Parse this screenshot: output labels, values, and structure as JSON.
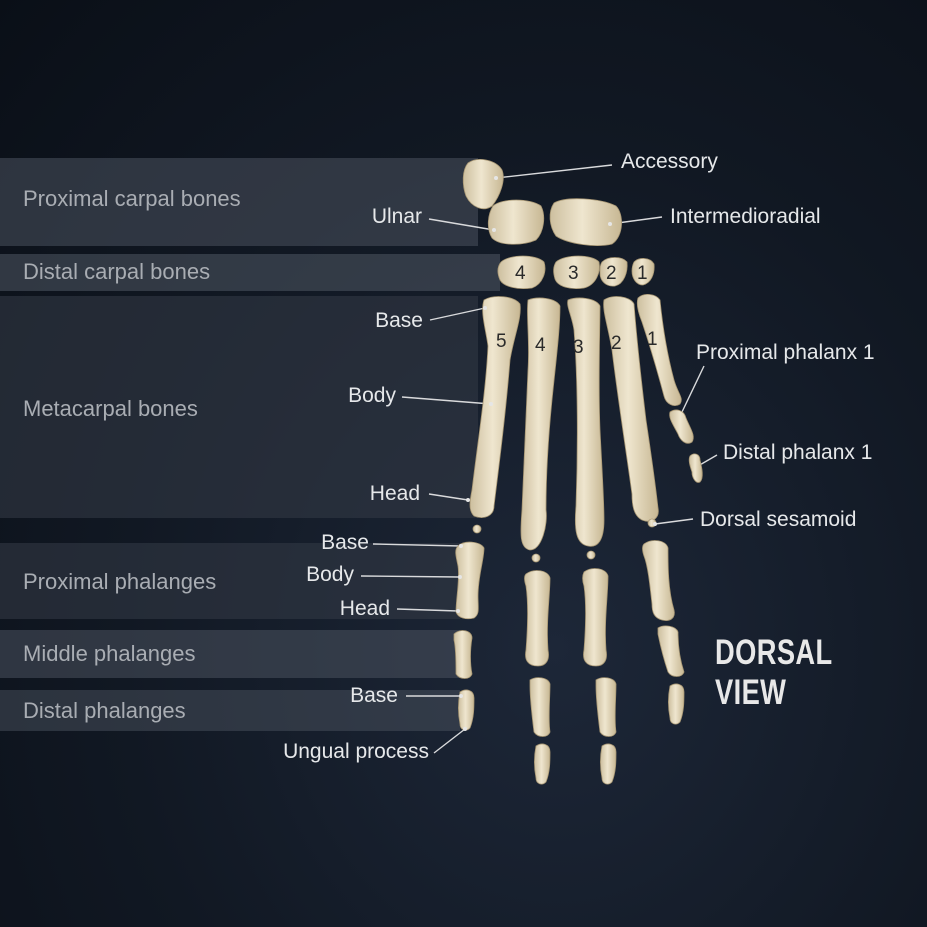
{
  "bands": {
    "proximal_carpal": "Proximal carpal bones",
    "distal_carpal": "Distal carpal bones",
    "metacarpal": "Metacarpal bones",
    "proximal_phalanges": "Proximal phalanges",
    "middle_phalanges": "Middle phalanges",
    "distal_phalanges": "Distal phalanges"
  },
  "labels": {
    "accessory": "Accessory",
    "ulnar": "Ulnar",
    "intermedioradial": "Intermedioradial",
    "base_metacarpal": "Base",
    "body_metacarpal": "Body",
    "head_metacarpal": "Head",
    "proximal_phalanx_1": "Proximal phalanx 1",
    "distal_phalanx_1": "Distal phalanx 1",
    "dorsal_sesamoid": "Dorsal sesamoid",
    "base_proximal_phalanx": "Base",
    "body_proximal_phalanx": "Body",
    "head_proximal_phalanx": "Head",
    "base_distal_phalanx": "Base",
    "ungual_process": "Ungual process"
  },
  "carpal_numbers": [
    "4",
    "3",
    "2",
    "1"
  ],
  "metacarpal_numbers": [
    "5",
    "4",
    "3",
    "2",
    "1"
  ],
  "view_title": "DORSAL VIEW",
  "colors": {
    "bone": "#e8dcc0",
    "bone_shadow": "#c9b995",
    "background": "#111823"
  }
}
